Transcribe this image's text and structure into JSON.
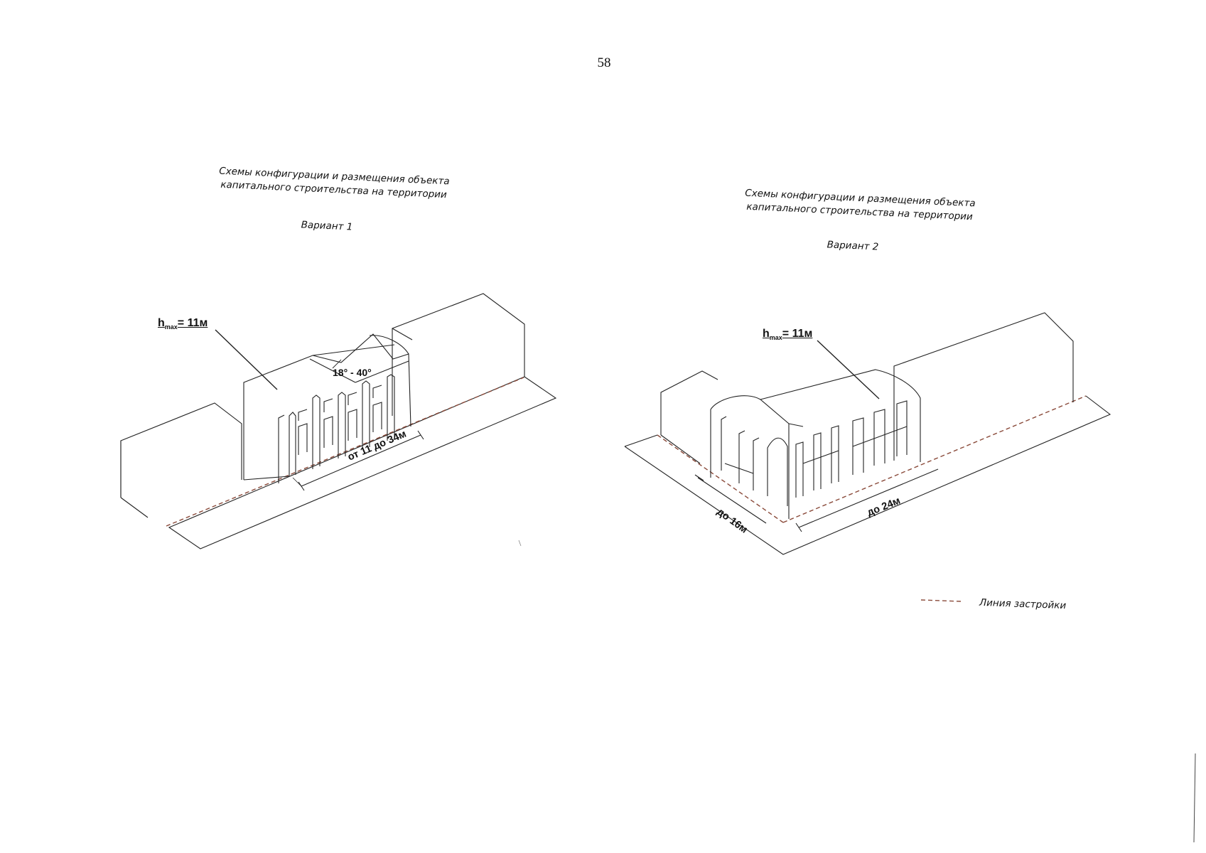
{
  "page_number": "58",
  "left_scheme": {
    "caption_line1": "Схемы конфигурации и размещения объекта",
    "caption_line2": "капитального строительства на территории",
    "variant": "Вариант 1",
    "hmax_label": "h",
    "hmax_sub": "max",
    "hmax_value": "= 11м",
    "angle_label": "18° - 40°",
    "frontage_label": "от 11 до 34м"
  },
  "right_scheme": {
    "caption_line1": "Схемы конфигурации и размещения объекта",
    "caption_line2": "капитального строительства на территории",
    "variant": "Вариант 2",
    "hmax_label": "h",
    "hmax_sub": "max",
    "hmax_value": "= 11м",
    "side_label": "до 16м",
    "frontage_label": "до 24м"
  },
  "legend": {
    "building_line_label": "Линия застройки",
    "building_line_color": "#8a4a3a"
  }
}
